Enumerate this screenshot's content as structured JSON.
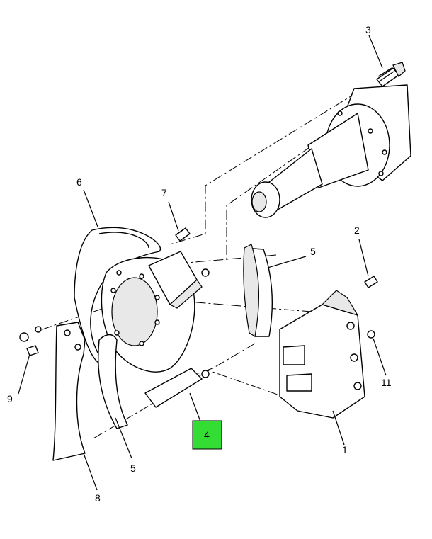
{
  "callouts": {
    "c1": "1",
    "c2": "2",
    "c3": "3",
    "c4": "4",
    "c5a": "5",
    "c5b": "5",
    "c6": "6",
    "c7": "7",
    "c8": "8",
    "c9": "9",
    "c11": "11"
  },
  "highlight_color": "#33dd33"
}
